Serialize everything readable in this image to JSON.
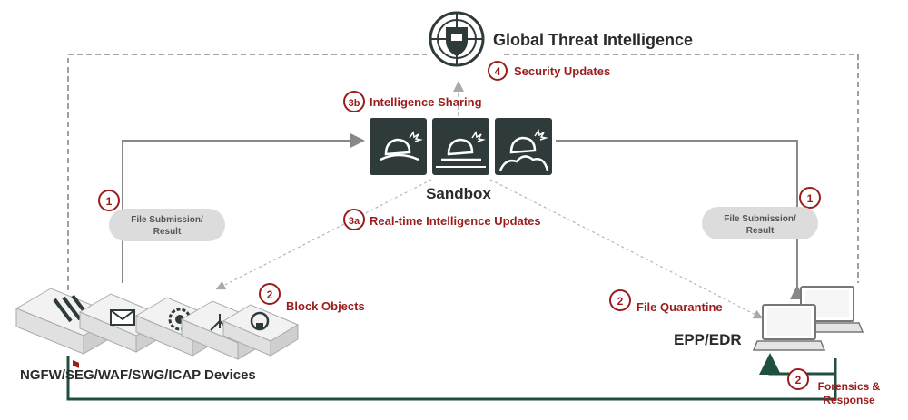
{
  "title": "Global Threat Intelligence",
  "sandbox_label": "Sandbox",
  "devices_label": "NGFW/SEG/WAF/SWG/ICAP Devices",
  "epp_label": "EPP/EDR",
  "steps": {
    "security_updates": {
      "num": "4",
      "text": "Security Updates"
    },
    "intel_sharing": {
      "num": "3b",
      "text": "Intelligence Sharing"
    },
    "realtime_updates": {
      "num": "3a",
      "text": "Real-time Intelligence Updates"
    },
    "submission_left": {
      "num": "1",
      "line1": "File Submission/",
      "line2": "Result"
    },
    "submission_right": {
      "num": "1",
      "line1": "File Submission/",
      "line2": "Result"
    },
    "block_objects": {
      "num": "2",
      "text": "Block Objects"
    },
    "file_quarantine": {
      "num": "2",
      "text": "File Quarantine"
    },
    "forensics": {
      "num": "2",
      "line1": "Forensics &",
      "line2": "Response"
    }
  },
  "colors": {
    "accent_red": "#9b1c1c",
    "sandbox_tile": "#2f3a3a",
    "arrow_gray": "#888888",
    "forensics_green": "#1f4f3f",
    "pill_gray": "#dcdcdc"
  },
  "icons": [
    "globe-shield-icon",
    "sandbox-bomb-icon",
    "firewall-icon",
    "email-icon",
    "gear-globe-icon",
    "network-icon",
    "shield-globe-icon",
    "laptop-icon"
  ]
}
